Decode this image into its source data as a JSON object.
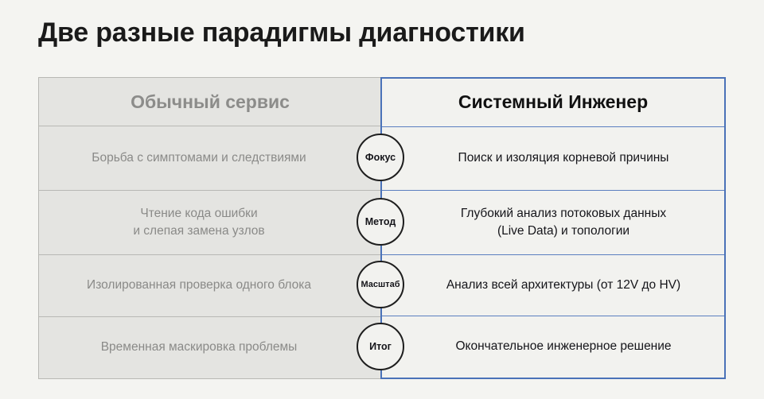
{
  "title": "Две разные парадигмы диагностики",
  "table": {
    "headers": {
      "left": "Обычный сервис",
      "right": "Системный Инженер"
    },
    "rows": [
      {
        "badge": "Фокус",
        "left": "Борьба с симптомами и следствиями",
        "right": "Поиск и изоляция корневой причины"
      },
      {
        "badge": "Метод",
        "left_line1": "Чтение кода ошибки",
        "left_line2": "и слепая замена узлов",
        "right_line1": "Глубокий анализ потоковых данных",
        "right_line2": "(Live Data) и топологии"
      },
      {
        "badge": "Масштаб",
        "left": "Изолированная проверка одного блока",
        "right": "Анализ всей архитектуры (от 12V до HV)"
      },
      {
        "badge": "Итог",
        "left": "Временная маскировка проблемы",
        "right": "Окончательное инженерное решение"
      }
    ]
  },
  "colors": {
    "page_background": "#f4f4f1",
    "left_column_background": "#e4e4e1",
    "right_column_background": "#f2f2ef",
    "accent_blue": "#4a72b8",
    "muted_text": "#8a8a88",
    "primary_text": "#15151a"
  }
}
